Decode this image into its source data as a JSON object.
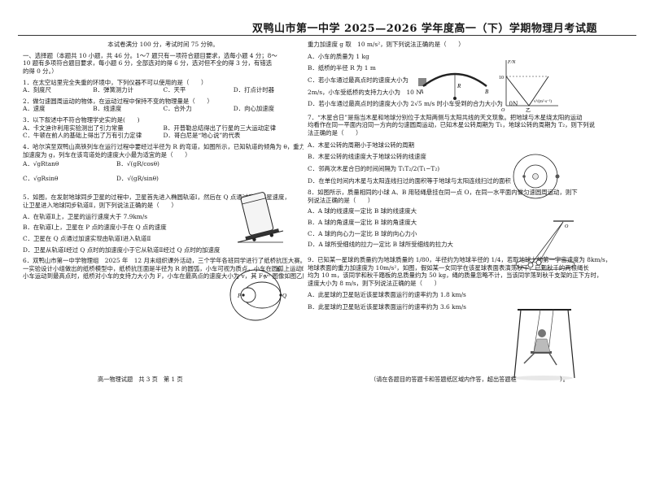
{
  "header": {
    "title": "双鸭山市第一中学 2025—2026 学年度高一（下）学期物理月考试题"
  },
  "left": {
    "intro": "本试卷满分 100 分，考试时间 75 分钟。",
    "section1_l1": "一、选择题（本题共 10 小题，共 46 分。1～7 题只有一项符合题目要求，选每小题 4 分；8～",
    "section1_l2": "10 题有多项符合题目要求，每小题 6 分，全部选对的得 6 分，选对但不全的得 3 分，有错选",
    "section1_l3": "的得 0 分。）",
    "q1": "1．在太空站里完全失重的环境中，下列仪器不可以使用的是（　　）",
    "q1_opts": [
      "A．刻度尺",
      "B．弹簧测力计",
      "C．天平",
      "D．打点计时器"
    ],
    "q2": "2．做匀速圆周运动的物体，在运动过程中保持不变的物理量是（　　）",
    "q2_opts": [
      "A．速度",
      "B．线速度",
      "C．合外力",
      "D．向心加速度"
    ],
    "q3": "3．以下叙述中不符合物理学史实的是(　　)",
    "q3_opts": [
      "A．卡文迪许利用实验测出了引力常量",
      "B．开普勒总结得出了行星的三大运动定律",
      "C．牛顿在前人的基础上得出了万有引力定律",
      "D．哥白尼是“地心说”的代表"
    ],
    "q4_l1": "4．哈尔滨至双鸭山高铁列车在运行过程中要经过半径为 R 的弯道，如图所示，已知轨道的倾角为 θ，重力",
    "q4_l2": "加速度为 g，列车在该弯道处的速度大小最为适宜的是（　　）",
    "q4_opts": [
      "A．√gRtanθ",
      "B．√(gR/cosθ)",
      "C．√gRsinθ",
      "D．√(gR/sinθ)"
    ],
    "q5_l1": "5．如图，在发射地球同步卫星的过程中，卫星首先进入椭圆轨道Ⅰ，然后在 Q 点通过改变卫星速度，",
    "q5_l2": "让卫星进入地球同步轨道Ⅱ，则下列说法正确的是（　　）",
    "q5_opts": [
      "A．在轨道Ⅱ上，卫星的运行速度大于 7.9km/s",
      "B．在轨道Ⅰ上，卫星在 P 点的速度小于在 Q 点的速度",
      "C．卫星在 Q 点通过加速实现由轨道Ⅰ进入轨道Ⅱ",
      "D．卫星从轨道Ⅰ经过 Q 点时的加速度小于它从轨道Ⅱ经过 Q 点时的加速度"
    ],
    "q6_l1": "6．双鸭山市第一中学物理组　2025 年　12 月末组织课外活动，三个学年各班同学进行了纸桥抗压大赛。",
    "q6_l2": "一实验设计小组做出的纸桥模型中，纸桥抗压面是半径为 R 的圆弧，小车可视为质点，小车在圆弧上运动时，所受的压力大小为 F。",
    "q6_l3": "小车运动到最高点时，纸桥对小车的支持力大小为 F，小车在最高点的速度大小为 v，其 F-v² 图像如图乙所示，"
  },
  "right": {
    "r_l1": "重力加速度 g 取　10 m/s²，则下列说法正确的是（　　）",
    "q6_opts": [
      "A．小车的质量为 1 kg",
      "B．纸桥的半径 R 为 1 m",
      "C．若小车通过最高点时的速度大小为",
      "2m/s，小车受纸桥的支持力大小为　10 N",
      "D．若小车通过最高点时的速度大小为 2√5 m/s 时小车受到的合力大小为　0N"
    ],
    "q7_l1": "7．“木星合日”是指当木星和地球分别位于太阳两侧与太阳共线的天文现象。把地球与木星绕太阳的运动",
    "q7_l2": "均看作在同一平面内沿同一方向的匀速圆周运动，已知木星公转周期为 T₁，地球公转的周期为 T₂，则下列说",
    "q7_l3": "法正确的是（　　）",
    "q7_opts": [
      "A．木星公转的周期小于地球公转的周期",
      "B．木星公转的线速度大于地球公转的线速度",
      "C．邻两次木星合日的时间间隔为 T₁T₂/2(T₁−T₂)",
      "D．在单位时间内木星与太阳连线扫过的面积等于地球与太阳连线扫过的面积"
    ],
    "q8_l1": "8．如图所示，质量相同的小球 A、B 用轻绳悬挂在同一点 O，在同一水平面内做匀速圆周运动，则下",
    "q8_l2": "列说法正确的是（　　）",
    "q8_opts": [
      "A．A 球的线速度一定比 B 球的线速度大",
      "B．A 球的角速度一定比 B 球的角速度大",
      "C．A 球的向心力一定比 B 球的向心力小",
      "D．A 球所受细线的拉力一定比 B 球所受细线的拉力大"
    ],
    "q9_l1": "9．已知某一星球的质量约为地球质量的 1/80，半径约为地球半径的 1/4，若取地球上的第一宇宙速度为 8km/s，",
    "q9_l2": "地球表面的重力加速度为 10m/s²，如图，假如某一女同学在该星球表面表演荡秋千，已知秋千的两根绳长",
    "q9_l3": "均为 10 m，该同学和秋千踏板的总质量约为 50 kg，绳的质量忽略不计，当该同学荡到秋千支架的正下方时，",
    "q9_l4": "速度大小为 8 m/s，则下列说法正确的是（　　）",
    "q9_opts": [
      "A．此星球的卫星贴近该星球表面运行的速率约为 1.8 km/s",
      "B．此星球的卫星贴近该星球表面运行的速率约为 3.6 km/s"
    ]
  },
  "footer": {
    "left": "高一物理试题　共 3 页　第 1 页",
    "right": "（请在各题目的答题卡和答题纸区域内作答，超出答题框",
    "right_tail": "）。"
  },
  "figures": {
    "q5_roman1": "Ⅰ",
    "q5_roman2": "Ⅱ",
    "q5_p": "P",
    "q5_q": "Q",
    "q6_A": "A",
    "q6_B": "B",
    "q6_R": "R",
    "q6_yaxis": "F/N",
    "q6_xaxis": "v²/(m²·s⁻²)",
    "q6_tick": "10",
    "q6_zero": "O",
    "q6_yi": "乙",
    "q8_O": "O",
    "q8_A": "A",
    "q8_B": "B"
  }
}
